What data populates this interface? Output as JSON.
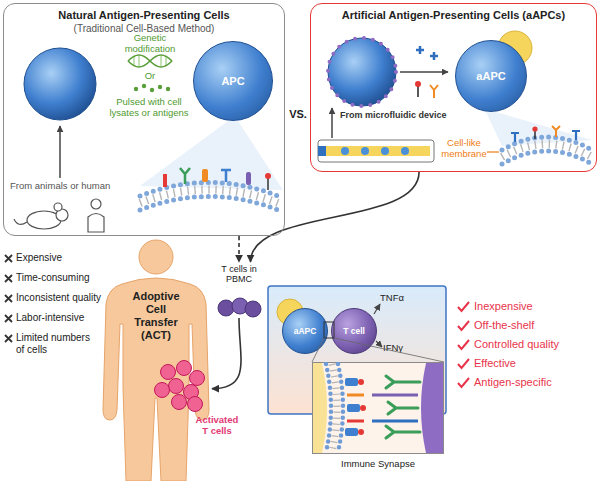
{
  "diagram": {
    "nodes": [
      {
        "text": [
          "Natural Antigen-Presenting Cells",
          "(Traditional Cell-Based Method)"
        ]
      },
      {
        "text": [
          "APC"
        ],
        "in": 0
      },
      {
        "text": [
          "Artificial Antigen-Presenting Cells (aAPCs)"
        ]
      },
      {
        "text": [
          "aAPC"
        ],
        "in": 2
      },
      {
        "text": [
          "Adoptive Cell Transfer (ACT)"
        ]
      },
      {
        "text": [
          "T cells in PBMC"
        ]
      },
      {
        "text": [
          "aAPC"
        ]
      },
      {
        "text": [
          "T cell"
        ]
      },
      {
        "text": [
          "Immune Synapse"
        ]
      }
    ],
    "edges": [
      {
        "from": 0,
        "to": 5,
        "arrow": "to"
      },
      {
        "from": 2,
        "to": 5,
        "arrow": "to"
      },
      {
        "from": 5,
        "to": 4,
        "arrow": "to"
      }
    ],
    "labels": [
      "Genetic modification",
      "Or",
      "Pulsed with cell lysates or antigens",
      "From animals or human",
      "VS.",
      "From microfluidic device",
      "Cell-like membrane",
      "Expensive",
      "Time-consuming",
      "Inconsistent quality",
      "Labor-intensive",
      "Limited numbers of cells",
      "TNFα",
      "IFNγ",
      "Activated T cells",
      "Inexpensive",
      "Off-the-shelf",
      "Controlled quality",
      "Effective",
      "Antigen-specific"
    ]
  }
}
